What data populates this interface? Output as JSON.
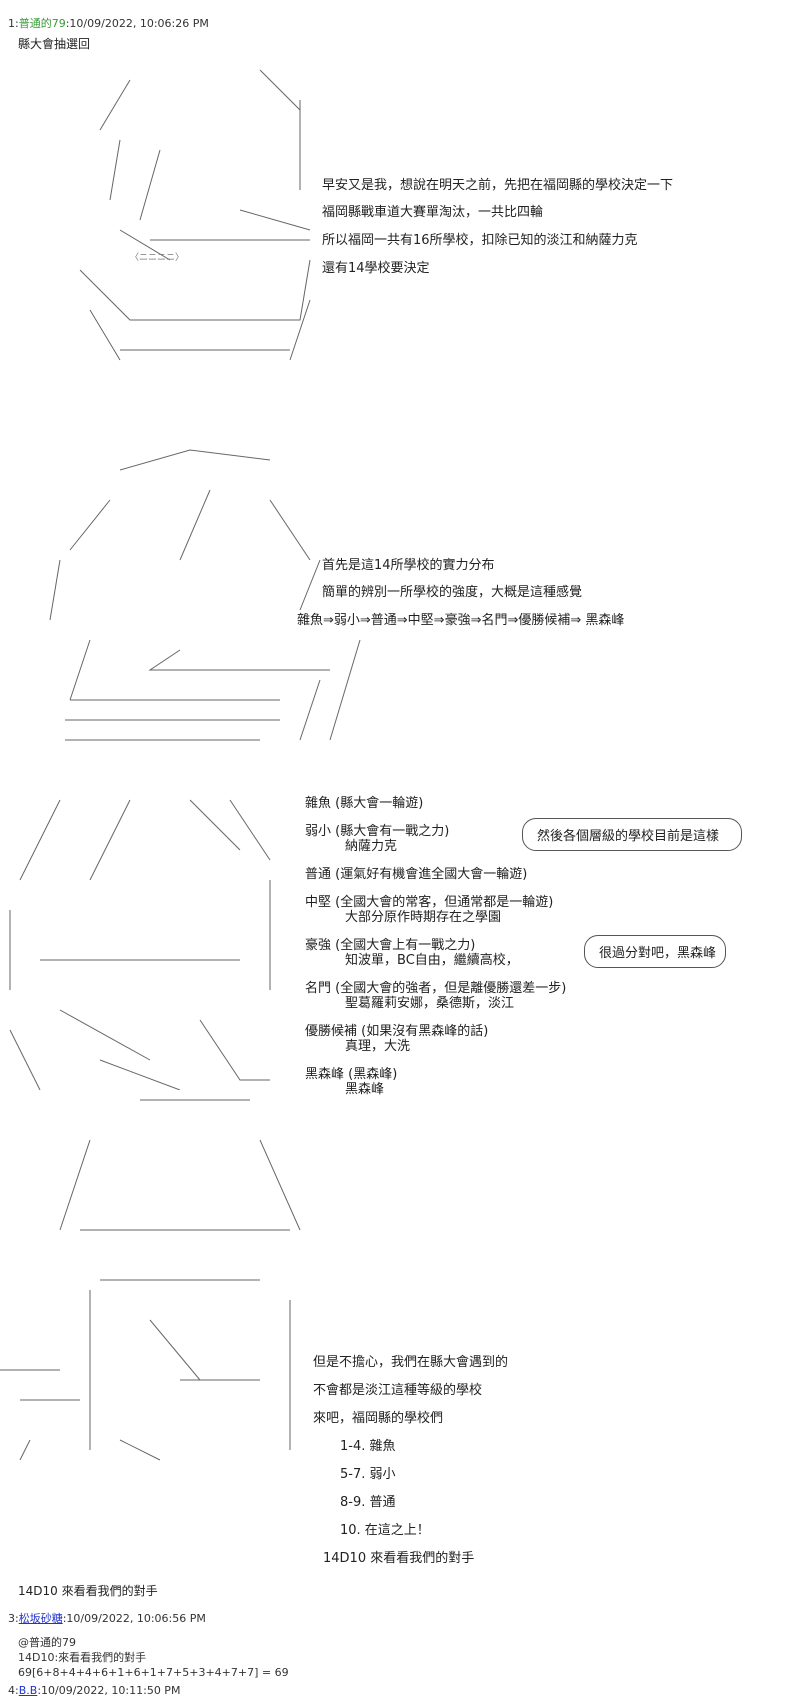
{
  "posts": [
    {
      "num": "1:",
      "author": "普通的79",
      "time": ":10/09/2022, 10:06:26 PM",
      "author_color": "#3a9a3a"
    },
    {
      "num": "3:",
      "author": "松坂砂糖",
      "time": ":10/09/2022, 10:06:56 PM",
      "author_color": "#2233cc"
    },
    {
      "num": "4:",
      "author": "B.B",
      "time": ":10/09/2022, 10:11:50 PM",
      "author_color": "#2233cc"
    }
  ],
  "title": "縣大會抽選回",
  "section1": [
    "早安又是我，想說在明天之前，先把在福岡縣的學校決定一下",
    "福岡縣戰車道大賽單淘汰，一共比四輪",
    "所以福岡一共有16所學校，扣除已知的淡江和納薩力克",
    "還有14學校要決定"
  ],
  "section2": [
    "首先是這14所學校的實力分布",
    "簡單的辨別一所學校的強度，大概是這種感覺",
    "雜魚⇒弱小⇒普通⇒中堅⇒豪強⇒名門⇒優勝候補⇒ 黑森峰"
  ],
  "tiers": [
    {
      "label": "雜魚 (縣大會一輪遊)",
      "schools": ""
    },
    {
      "label": "弱小 (縣大會有一戰之力)",
      "schools": "納薩力克"
    },
    {
      "label": "普通 (運氣好有機會進全國大會一輪遊)",
      "schools": ""
    },
    {
      "label": "中堅 (全國大會的常客，但通常都是一輪遊)",
      "schools": "大部分原作時期存在之學園"
    },
    {
      "label": "豪強 (全國大會上有一戰之力)",
      "schools": "知波單，BC自由，繼續高校，"
    },
    {
      "label": "名門 (全國大會的強者，但是離優勝還差一步)",
      "schools": "聖葛羅莉安娜，桑德斯，淡江"
    },
    {
      "label": "優勝候補 (如果沒有黑森峰的話)",
      "schools": "真理，大洗"
    },
    {
      "label": "黑森峰 (黑森峰)",
      "schools": "黑森峰"
    }
  ],
  "bubbles": [
    "然後各個層級的學校目前是這樣",
    "很過分對吧，黑森峰"
  ],
  "section4": [
    "但是不擔心，我們在縣大會遇到的",
    "不會都是淡江這種等級的學校",
    "來吧，福岡縣的學校們"
  ],
  "rolls": [
    "1-4. 雜魚",
    "5-7. 弱小",
    "8-9. 普通",
    "10. 在這之上！"
  ],
  "roll_cmd": "14D10 來看看我們的對手",
  "post1_footer": "14D10 來看看我們的對手",
  "post3": {
    "reply": "@普通的79",
    "cmd": "14D10:來看看我們的對手",
    "result": "69[6+8+4+4+6+1+6+1+7+5+3+4+7+7] = 69"
  }
}
